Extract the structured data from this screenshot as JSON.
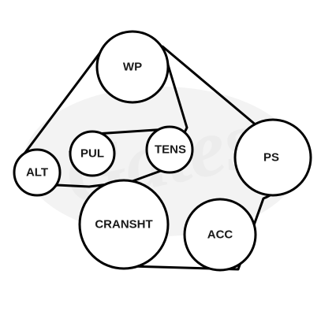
{
  "watermark": {
    "text": "Gates",
    "color": "#ececec"
  },
  "colors": {
    "line": "#000000",
    "fill": "#ffffff",
    "label": "#1a1a1a"
  },
  "pulleys": {
    "wp": {
      "label": "WP"
    },
    "ps": {
      "label": "PS"
    },
    "tens": {
      "label": "TENS"
    },
    "pul": {
      "label": "PUL"
    },
    "alt": {
      "label": "ALT"
    },
    "cransht": {
      "label": "CRANSHT"
    },
    "acc": {
      "label": "ACC"
    }
  }
}
